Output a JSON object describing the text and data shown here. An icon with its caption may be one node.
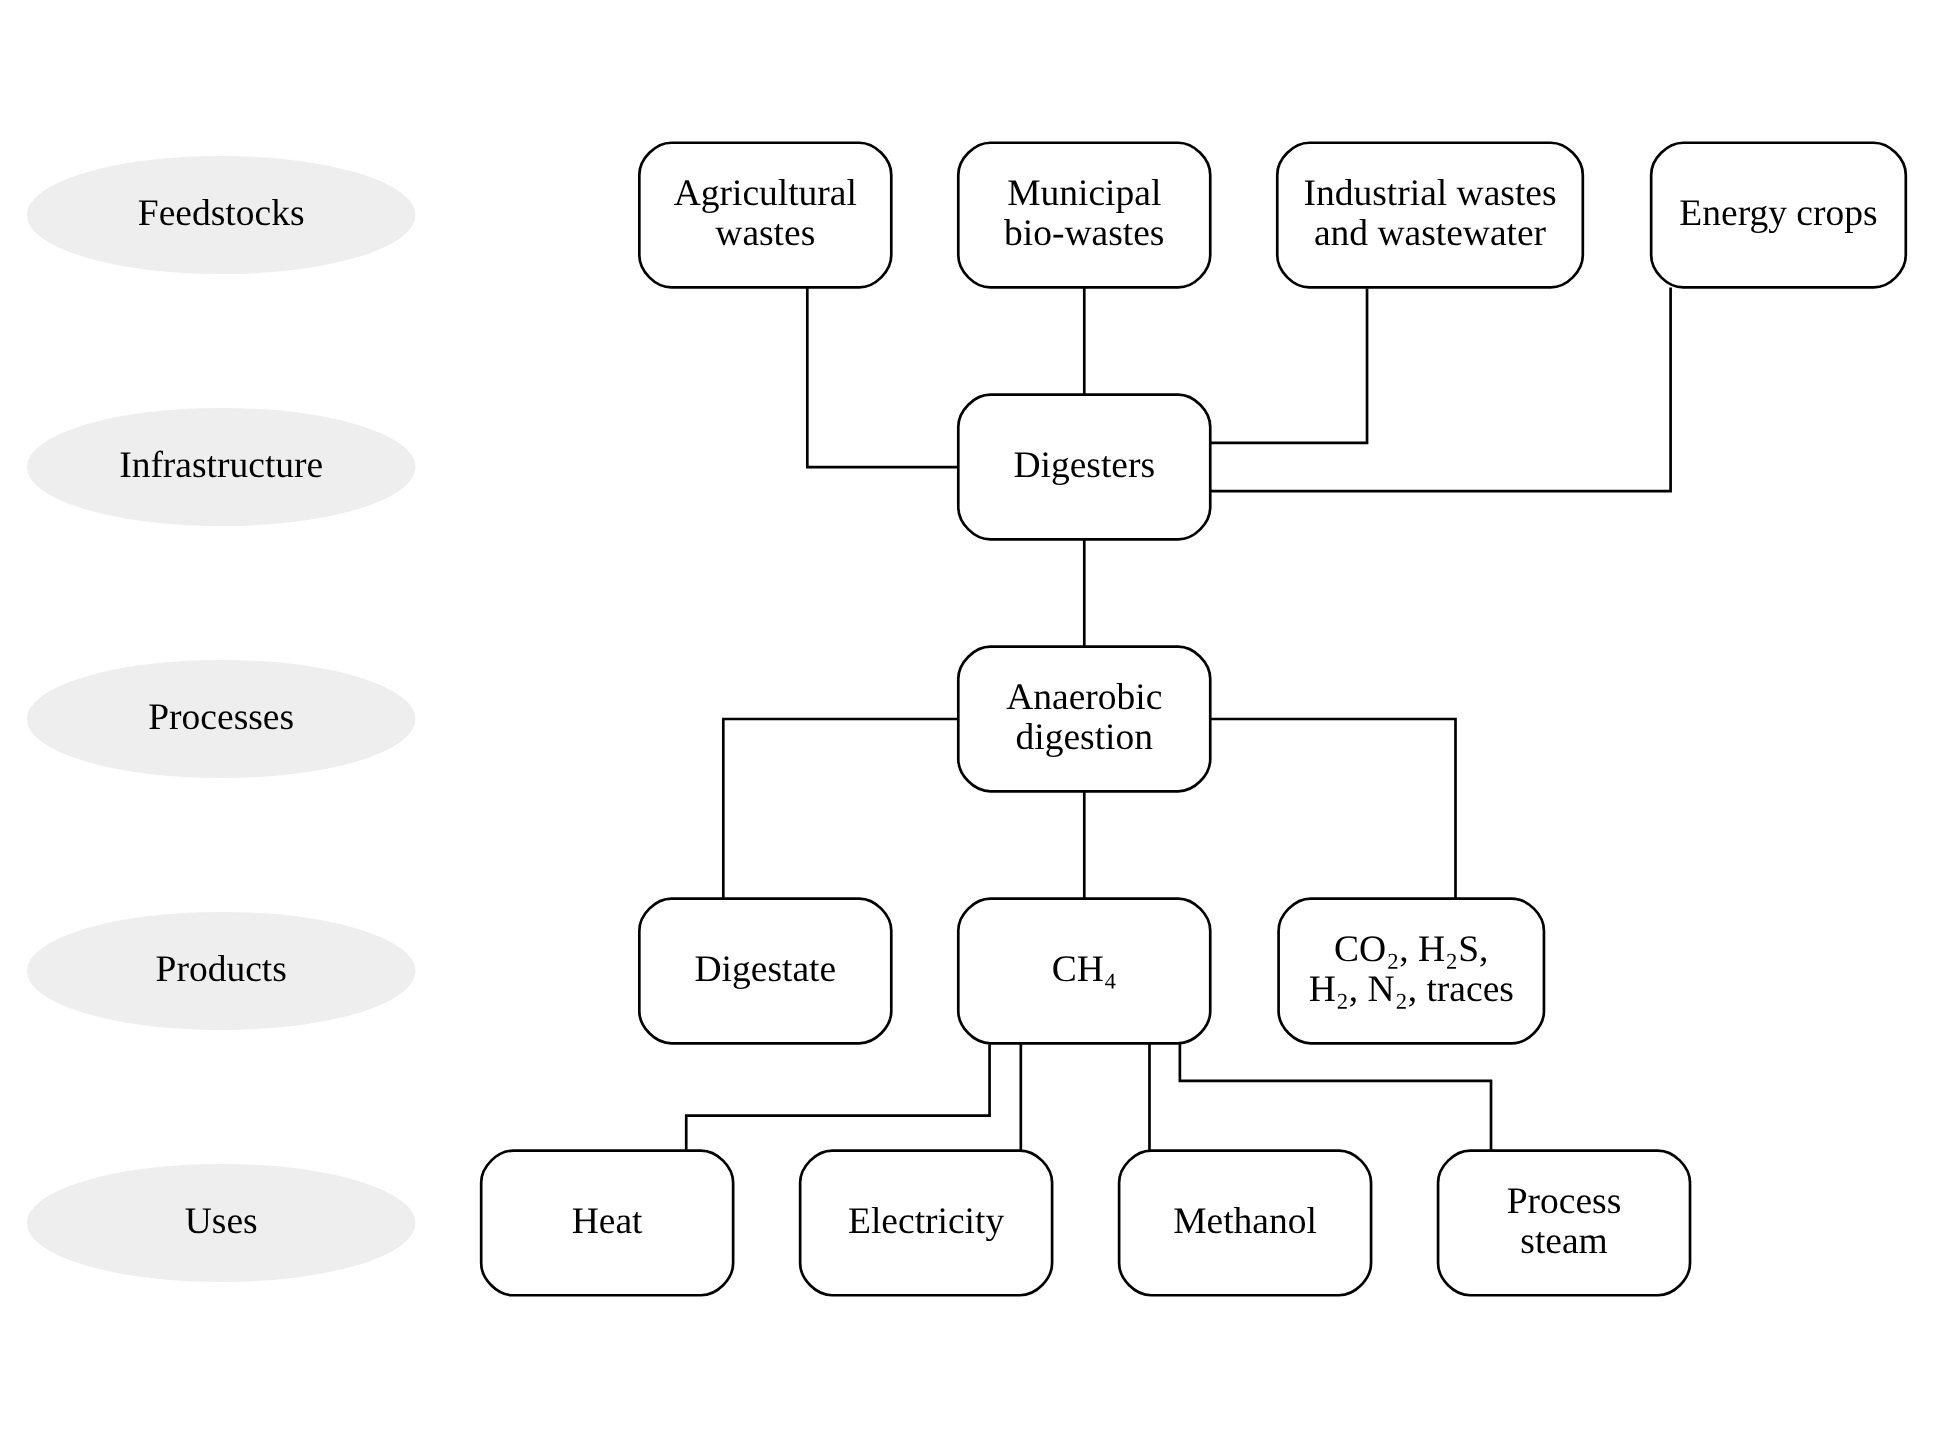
{
  "diagram": {
    "nodes": [
      {
        "text": [
          "Feedstocks"
        ]
      },
      {
        "text": [
          "Agricultural wastes"
        ]
      },
      {
        "text": [
          "Municipal bio-wastes"
        ]
      },
      {
        "text": [
          "Industrial wastes and wastewater"
        ]
      },
      {
        "text": [
          "Energy crops"
        ]
      },
      {
        "text": [
          "Infrastructure"
        ]
      },
      {
        "text": [
          "Digesters"
        ]
      },
      {
        "text": [
          "Processes"
        ]
      },
      {
        "text": [
          "Anaerobic digestion"
        ]
      },
      {
        "text": [
          "Products"
        ]
      },
      {
        "text": [
          "Digestate"
        ]
      },
      {
        "text": [
          "CH₄"
        ]
      },
      {
        "text": [
          "CO₂, H₂S, H₂, N₂, traces"
        ]
      },
      {
        "text": [
          "Uses"
        ]
      },
      {
        "text": [
          "Heat"
        ]
      },
      {
        "text": [
          "Electricity"
        ]
      },
      {
        "text": [
          "Methanol"
        ]
      },
      {
        "text": [
          "Process steam"
        ]
      }
    ],
    "edges": [
      {
        "from": 1,
        "to": 6,
        "arrow": "none"
      },
      {
        "from": 2,
        "to": 6,
        "arrow": "none"
      },
      {
        "from": 3,
        "to": 6,
        "arrow": "none"
      },
      {
        "from": 4,
        "to": 6,
        "arrow": "none"
      },
      {
        "from": 6,
        "to": 8,
        "arrow": "none"
      },
      {
        "from": 8,
        "to": 10,
        "arrow": "none"
      },
      {
        "from": 8,
        "to": 11,
        "arrow": "none"
      },
      {
        "from": 8,
        "to": 12,
        "arrow": "none"
      },
      {
        "from": 11,
        "to": 14,
        "arrow": "none"
      },
      {
        "from": 11,
        "to": 15,
        "arrow": "none"
      },
      {
        "from": 11,
        "to": 16,
        "arrow": "none"
      },
      {
        "from": 11,
        "to": 17,
        "arrow": "none"
      }
    ]
  }
}
